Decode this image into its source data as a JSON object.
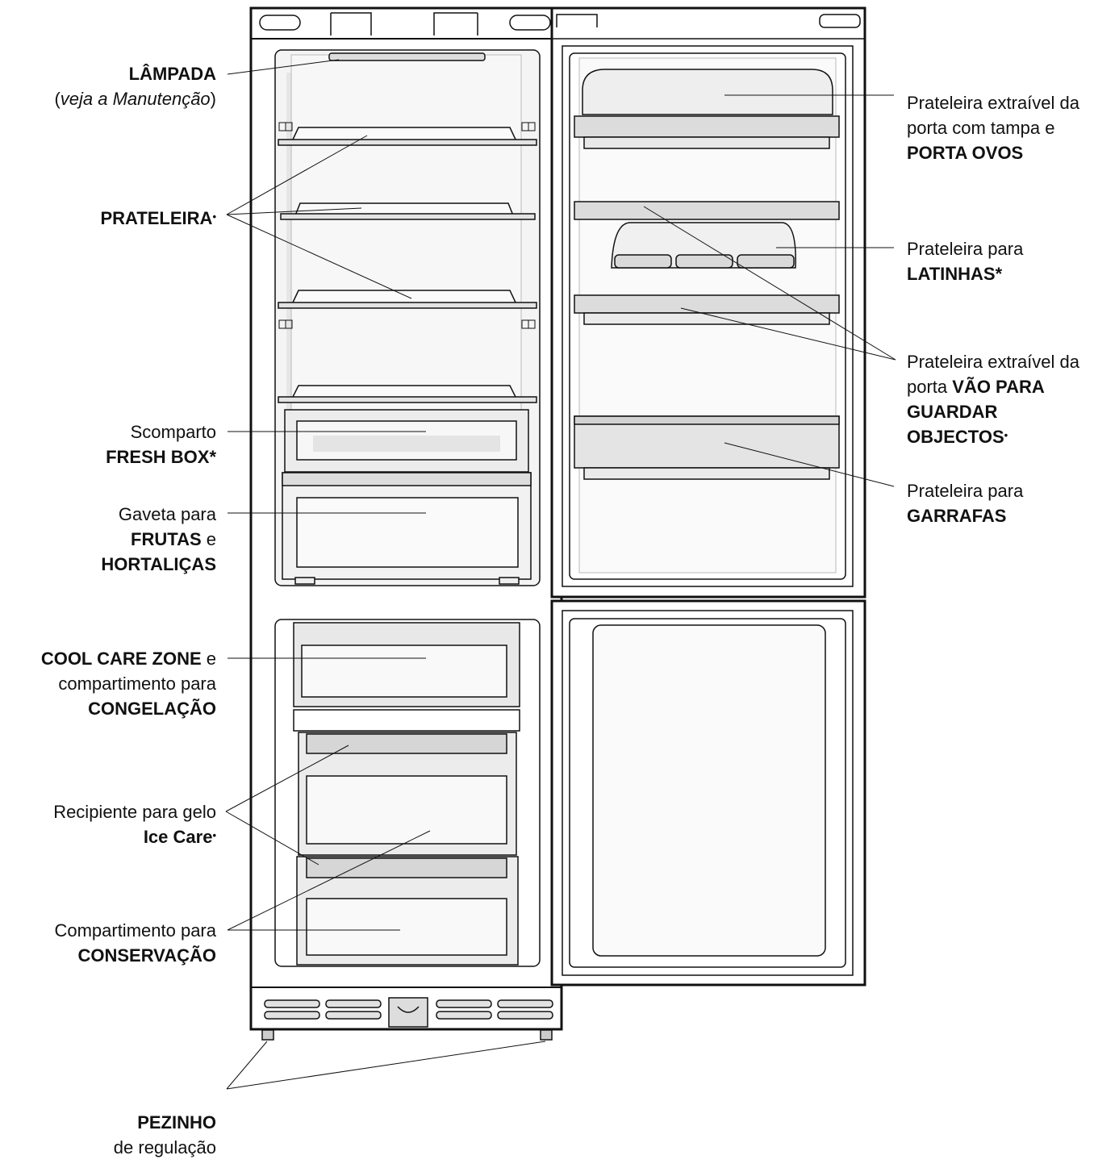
{
  "labels": {
    "lampada": {
      "title": "LÂMPADA",
      "open": "(",
      "note": "veja a Manutenção",
      "close": ")"
    },
    "prateleira": {
      "title": "PRATELEIRA",
      "mark": "•"
    },
    "fresh_box": {
      "line1": "Scomparto",
      "title": "FRESH BOX",
      "mark": "*"
    },
    "gaveta": {
      "line1": "Gaveta para",
      "title": "FRUTAS",
      "conj": " e",
      "title2": "HORTALIÇAS"
    },
    "cool_care": {
      "title": "COOL CARE ZONE",
      "conj": " e",
      "line2": "compartimento para",
      "title2": "CONGELAÇÃO"
    },
    "ice_care": {
      "line1": "Recipiente para gelo",
      "title": "Ice Care",
      "mark": "•"
    },
    "conservacao": {
      "line1": "Compartimento para",
      "title": "CONSERVAÇÃO"
    },
    "pezinho": {
      "title": "PEZINHO",
      "line2": "de regulação"
    },
    "porta_ovos": {
      "line1": "Prateleira extraível da",
      "line2": "porta com tampa  e",
      "title": "PORTA OVOS"
    },
    "latinhas": {
      "line1": "Prateleira para",
      "title": "LATINHAS",
      "mark": "*"
    },
    "vao": {
      "line1": "Prateleira extraível da",
      "pre": "porta ",
      "title": "VÃO PARA",
      "title2": "GUARDAR",
      "title3": "OBJECTOS",
      "mark": "•"
    },
    "garrafas": {
      "line1": "Prateleira para",
      "title": "GARRAFAS"
    }
  },
  "colors": {
    "outline": "#111111",
    "fill_light": "#efefef",
    "fill_mid": "#d9d9d9",
    "fill_dark": "#c4c4c4",
    "background": "#ffffff"
  }
}
